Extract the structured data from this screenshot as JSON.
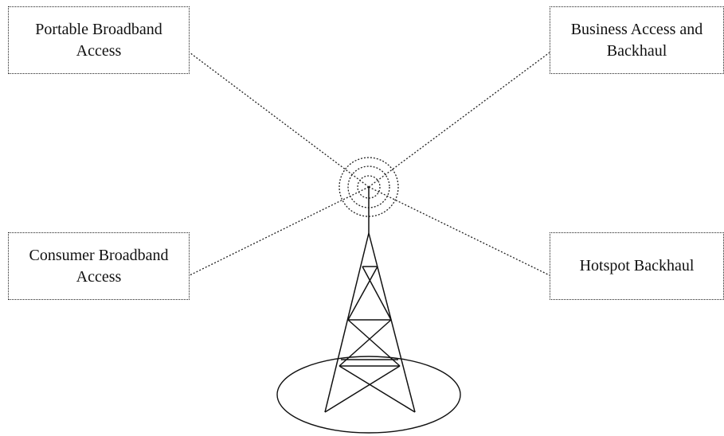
{
  "nodes": {
    "portable": {
      "label": "Portable Broadband Access"
    },
    "business": {
      "label": "Business Access and Backhaul"
    },
    "consumer": {
      "label": "Consumer Broadband Access"
    },
    "hotspot": {
      "label": "Hotspot Backhaul"
    }
  },
  "connections": [
    {
      "from": "tower-antenna",
      "to": "portable"
    },
    {
      "from": "tower-antenna",
      "to": "business"
    },
    {
      "from": "tower-antenna",
      "to": "consumer"
    },
    {
      "from": "tower-antenna",
      "to": "hotspot"
    }
  ]
}
